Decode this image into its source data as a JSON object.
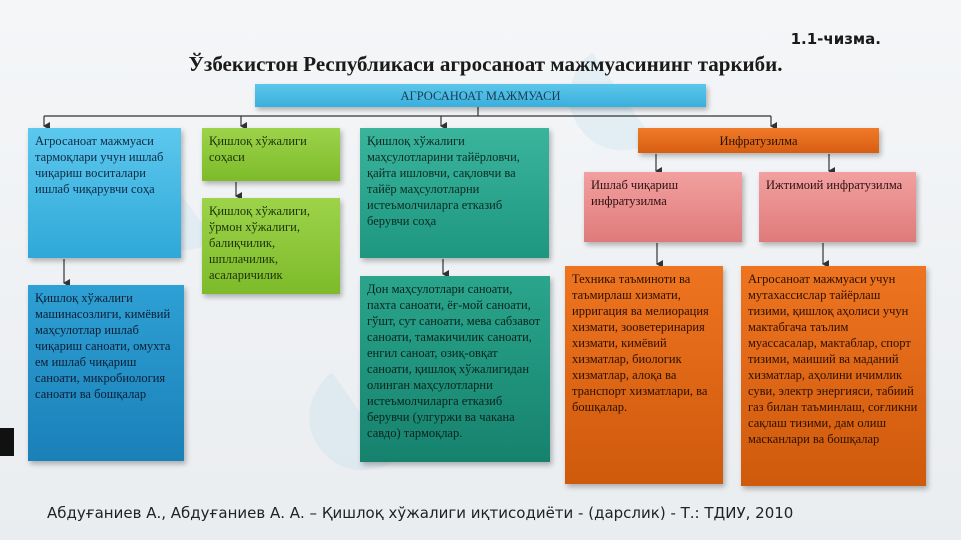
{
  "figure_label": "1.1-чизма.",
  "title": "Ўзбекистон Республикаси  агросаноат мажмуасининг таркиби.",
  "nodes": {
    "root": "АГРОСАНОАТ МАЖМУАСИ",
    "col1_top": "Агросаноат мажмуаси тармоқлари учун ишлаб чиқариш воситалари ишлаб чиқарувчи соҳа",
    "col1_bottom": "Қишлоқ хўжалиги машинасозлиги, кимёвий маҳсулотлар ишлаб чиқариш саноати, омухта ем ишлаб чиқариш саноати, микробиология саноати ва бошқалар",
    "col2_top": "Қишлоқ хўжалиги соҳаси",
    "col2_bottom": "Қишлоқ хўжалиги, ўрмон хўжалиги, балиқчилик, шпллачилик, асаларичилик",
    "col3_top": "Қишлоқ хўжалиги маҳсулотларини тайёрловчи, қайта ишловчи, сақловчи ва тайёр маҳсулотларни истеъмолчиларга етказиб берувчи соҳа",
    "col3_bottom": "Дон маҳсулотлари саноати, пахта саноати, ёғ-мой саноати, гўшт, сут саноати, мева сабзавот саноати, тамакичилик саноати, енгил саноат, озиқ-овқат саноати, қишлоқ хўжалигидан олинган маҳсулотларни истеъмолчиларга етказиб берувчи (улгуржи ва чакана савдо) тармоқлар.",
    "infra": "Инфратузилма",
    "infra_prod": "Ишлаб чиқариш инфратузилма",
    "infra_soc": "Ижтимоий инфратузилма",
    "infra_prod_bottom": "Техника таъминоти ва таъмирлаш хизмати, ирригация ва мелиорация хизмати, зооветеринария хизмати, кимёвий хизматлар, биологик хизматлар, алоқа ва транспорт хизматлари, ва бошқалар.",
    "infra_soc_bottom": "Агросаноат мажмуаси учун мутахассислар тайёрлаш тизими, қишлоқ аҳолиси учун мактабгача таълим муассасалар, мактаблар, спорт тизими, маиший ва маданий хизматлар, аҳолини ичимлик суви, электр энергияси, табиий газ билан таъминлаш, соғликни сақлаш тизими, дам олиш масканлари ва бошқалар"
  },
  "footer": "Абдуғаниев А., Абдуғаниев А. А. – Қишлоқ хўжалиги иқтисодиёти - (дарслик) - Т.: ТДИУ, 2010"
}
